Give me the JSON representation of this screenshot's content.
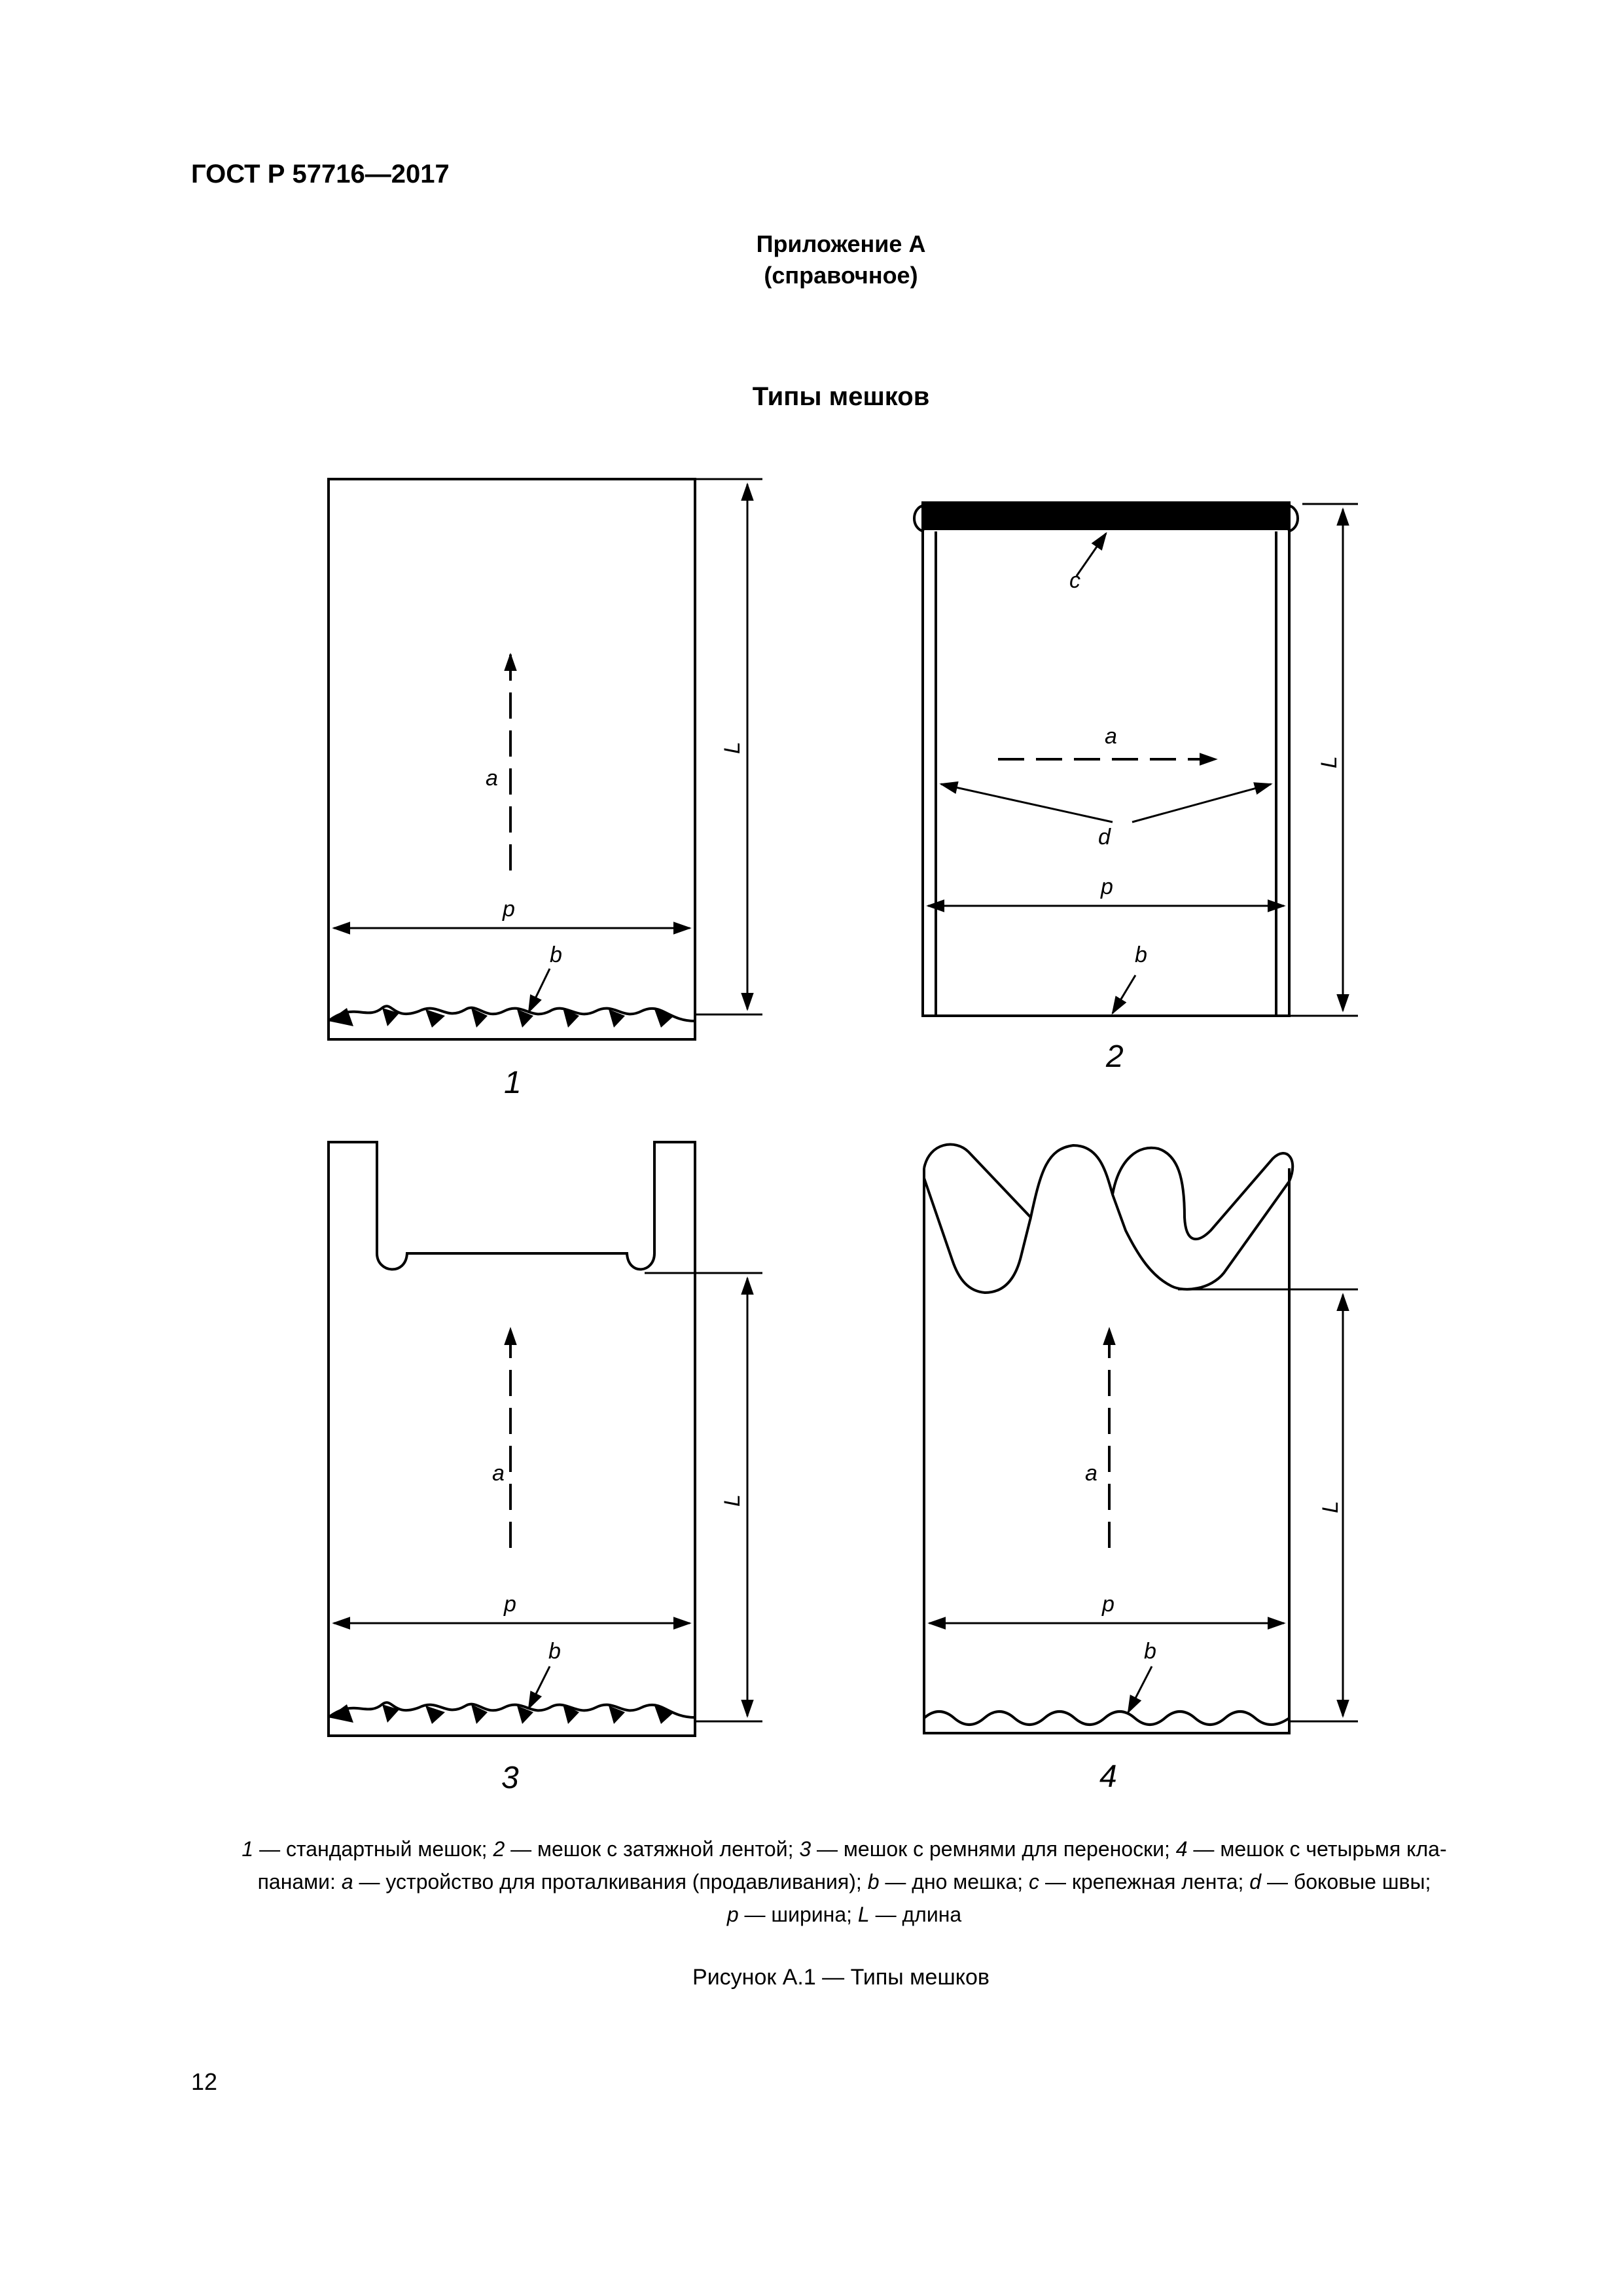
{
  "header": {
    "doc_code": "ГОСТ Р 57716—2017"
  },
  "appendix": {
    "title": "Приложение А",
    "subtitle": "(справочное)"
  },
  "section": {
    "title": "Типы мешков"
  },
  "figure": {
    "labels": {
      "a": "a",
      "b": "b",
      "c": "c",
      "d": "d",
      "p": "p",
      "L": "L"
    },
    "panel_numbers": [
      "1",
      "2",
      "3",
      "4"
    ]
  },
  "legend": {
    "t1": "1",
    "t2": " — стандартный мешок; ",
    "t3": "2",
    "t4": " — мешок с затяжной лентой; ",
    "t5": "3",
    "t6": " — мешок с ремнями для переноски; ",
    "t7": "4",
    "t8": " — мешок с четырьмя кла-панами: ",
    "t9": "a",
    "t10": " — устройство для проталкивания (продавливания); ",
    "t11": "b",
    "t12": " — дно мешка; ",
    "t13": "c",
    "t14": " — крепежная лента; ",
    "t15": "d",
    "t16": " — боковые швы; ",
    "t17": "p",
    "t18": " — ширина; ",
    "t19": "L",
    "t20": " — длина"
  },
  "caption": "Рисунок А.1 — Типы мешков",
  "page_number": "12"
}
